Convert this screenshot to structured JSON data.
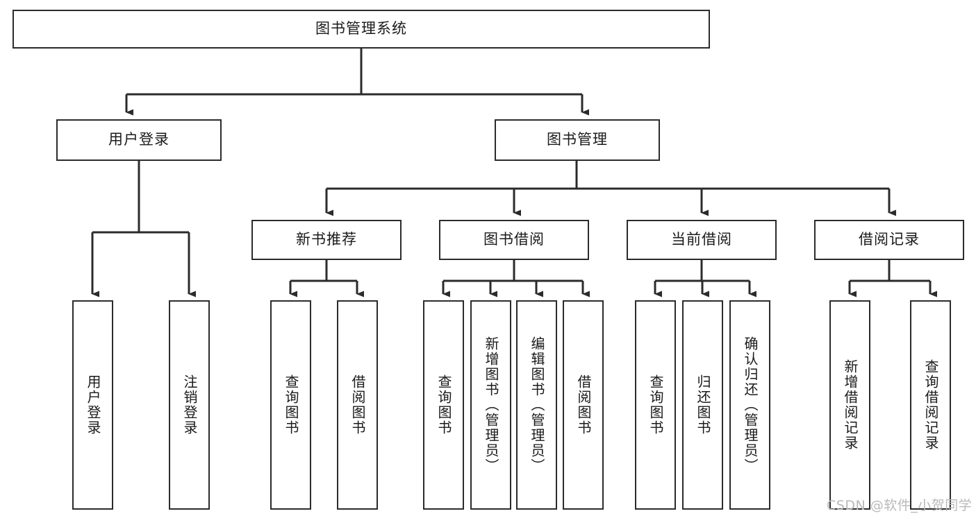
{
  "diagram": {
    "title": "图书管理系统",
    "type": "hierarchy-tree",
    "background_color": "#ffffff",
    "line_color": "#2b2b2b",
    "text_color": "#1a1a1a",
    "root": {
      "label": "图书管理系统"
    },
    "level2": [
      {
        "label": "用户登录"
      },
      {
        "label": "图书管理"
      }
    ],
    "level3": [
      {
        "label": "新书推荐"
      },
      {
        "label": "图书借阅"
      },
      {
        "label": "当前借阅"
      },
      {
        "label": "借阅记录"
      }
    ],
    "leaves": {
      "user_login": [
        {
          "label": "用户登录"
        },
        {
          "label": "注销登录"
        }
      ],
      "new_book_recommend": [
        {
          "label": "查询图书"
        },
        {
          "label": "借阅图书"
        }
      ],
      "book_borrow": [
        {
          "label": "查询图书"
        },
        {
          "label": "新增图书（管理员）"
        },
        {
          "label": "编辑图书（管理员）"
        },
        {
          "label": "借阅图书"
        }
      ],
      "current_borrow": [
        {
          "label": "查询图书"
        },
        {
          "label": "归还图书"
        },
        {
          "label": "确认归还（管理员）"
        }
      ],
      "borrow_record": [
        {
          "label": "新增借阅记录"
        },
        {
          "label": "查询借阅记录"
        }
      ]
    }
  },
  "watermark": {
    "text": "CSDN @软件_小贺同学"
  }
}
